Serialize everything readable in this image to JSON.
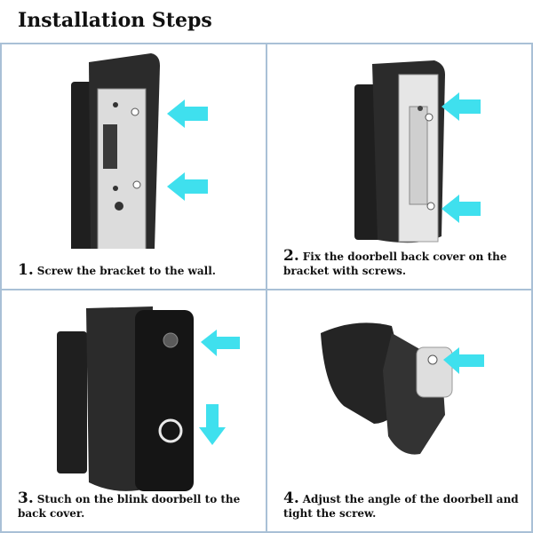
{
  "title": "Installation Steps",
  "steps": [
    {
      "number": "1.",
      "text": "Screw the bracket to the wall."
    },
    {
      "number": "2.",
      "text": "Fix the doorbell back cover on the bracket with screws."
    },
    {
      "number": "3.",
      "text": "Stuch on the blink doorbell to the back cover."
    },
    {
      "number": "4.",
      "text": "Adjust the angle of the doorbell and tight the screw."
    }
  ],
  "colors": {
    "panel_border": "#a9c0d6",
    "arrow": "#3fe0ee",
    "product": "#2a2a2a"
  },
  "icons": [
    "arrow-left-icon",
    "arrow-down-icon"
  ]
}
